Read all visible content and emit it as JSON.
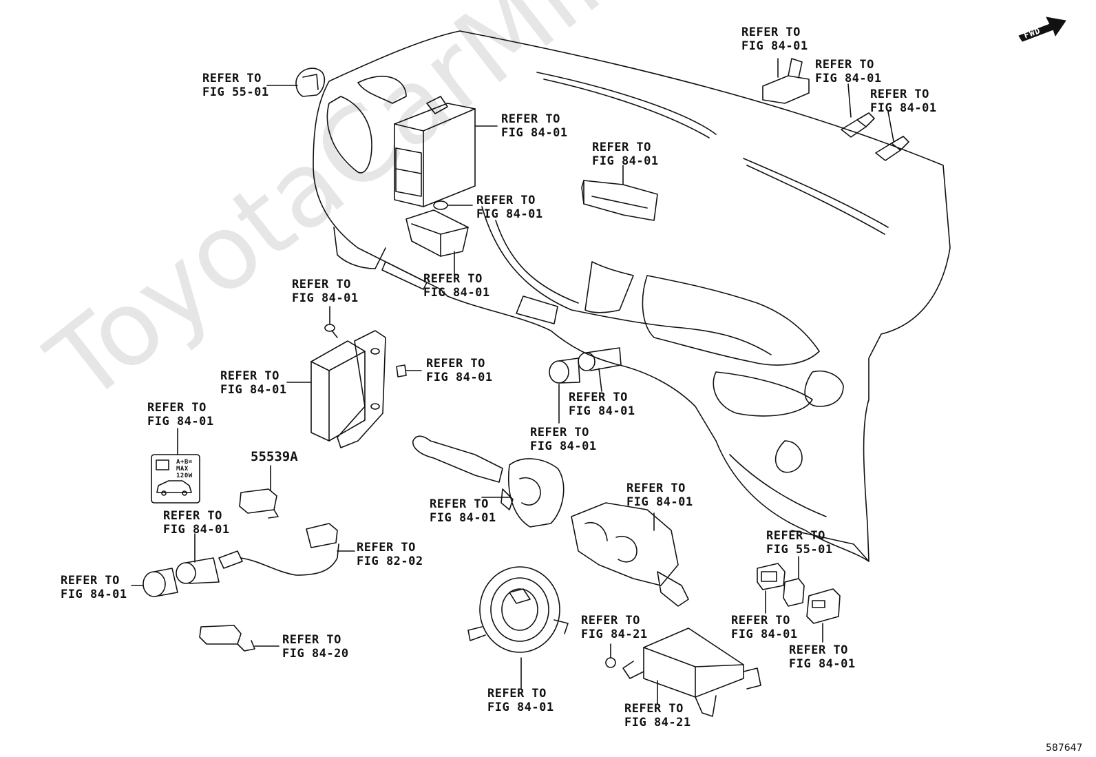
{
  "watermark": "ToyotaCarMine.ru",
  "direction_marker": "FWD",
  "diagram_id": "587647",
  "part_number_label": "55539A",
  "callouts": {
    "fig55_top": [
      "REFER TO",
      "FIG 55-01"
    ],
    "ecu_upper": [
      "REFER TO",
      "FIG 84-01"
    ],
    "switch_tr1": [
      "REFER TO",
      "FIG 84-01"
    ],
    "switch_tr2": [
      "REFER TO",
      "FIG 84-01"
    ],
    "switch_tr3": [
      "REFER TO",
      "FIG 84-01"
    ],
    "center_module": [
      "REFER TO",
      "FIG 84-01"
    ],
    "nut_washer": [
      "REFER TO",
      "FIG 84-01"
    ],
    "bracket_unit": [
      "REFER TO",
      "FIG 84-01"
    ],
    "bolt": [
      "REFER TO",
      "FIG 84-01"
    ],
    "clip": [
      "REFER TO",
      "FIG 84-01"
    ],
    "ecu_left": [
      "REFER TO",
      "FIG 84-01"
    ],
    "socket_right": [
      "REFER TO",
      "FIG 84-01"
    ],
    "socket_left": [
      "REFER TO",
      "FIG 84-01"
    ],
    "label_plate": [
      "REFER TO",
      "FIG 84-01"
    ],
    "wiper_switch": [
      "REFER TO",
      "FIG 84-01"
    ],
    "turn_switch": [
      "REFER TO",
      "FIG 84-01"
    ],
    "socket_housing": [
      "REFER TO",
      "FIG 84-01"
    ],
    "wire_harness": [
      "REFER TO",
      "FIG 82-02"
    ],
    "power_outlet": [
      "REFER TO",
      "FIG 84-01"
    ],
    "sensor": [
      "REFER TO",
      "FIG 84-20"
    ],
    "spiral_cable": [
      "REFER TO",
      "FIG 84-01"
    ],
    "airbag_bolt": [
      "REFER TO",
      "FIG 84-21"
    ],
    "airbag_sensor": [
      "REFER TO",
      "FIG 84-21"
    ],
    "switch_fig55": [
      "REFER TO",
      "FIG 55-01"
    ],
    "switch_left": [
      "REFER TO",
      "FIG 84-01"
    ],
    "switch_right": [
      "REFER TO",
      "FIG 84-01"
    ]
  },
  "plate_text": {
    "line1": "A+B=",
    "line2": "MAX",
    "line3": "120W"
  }
}
